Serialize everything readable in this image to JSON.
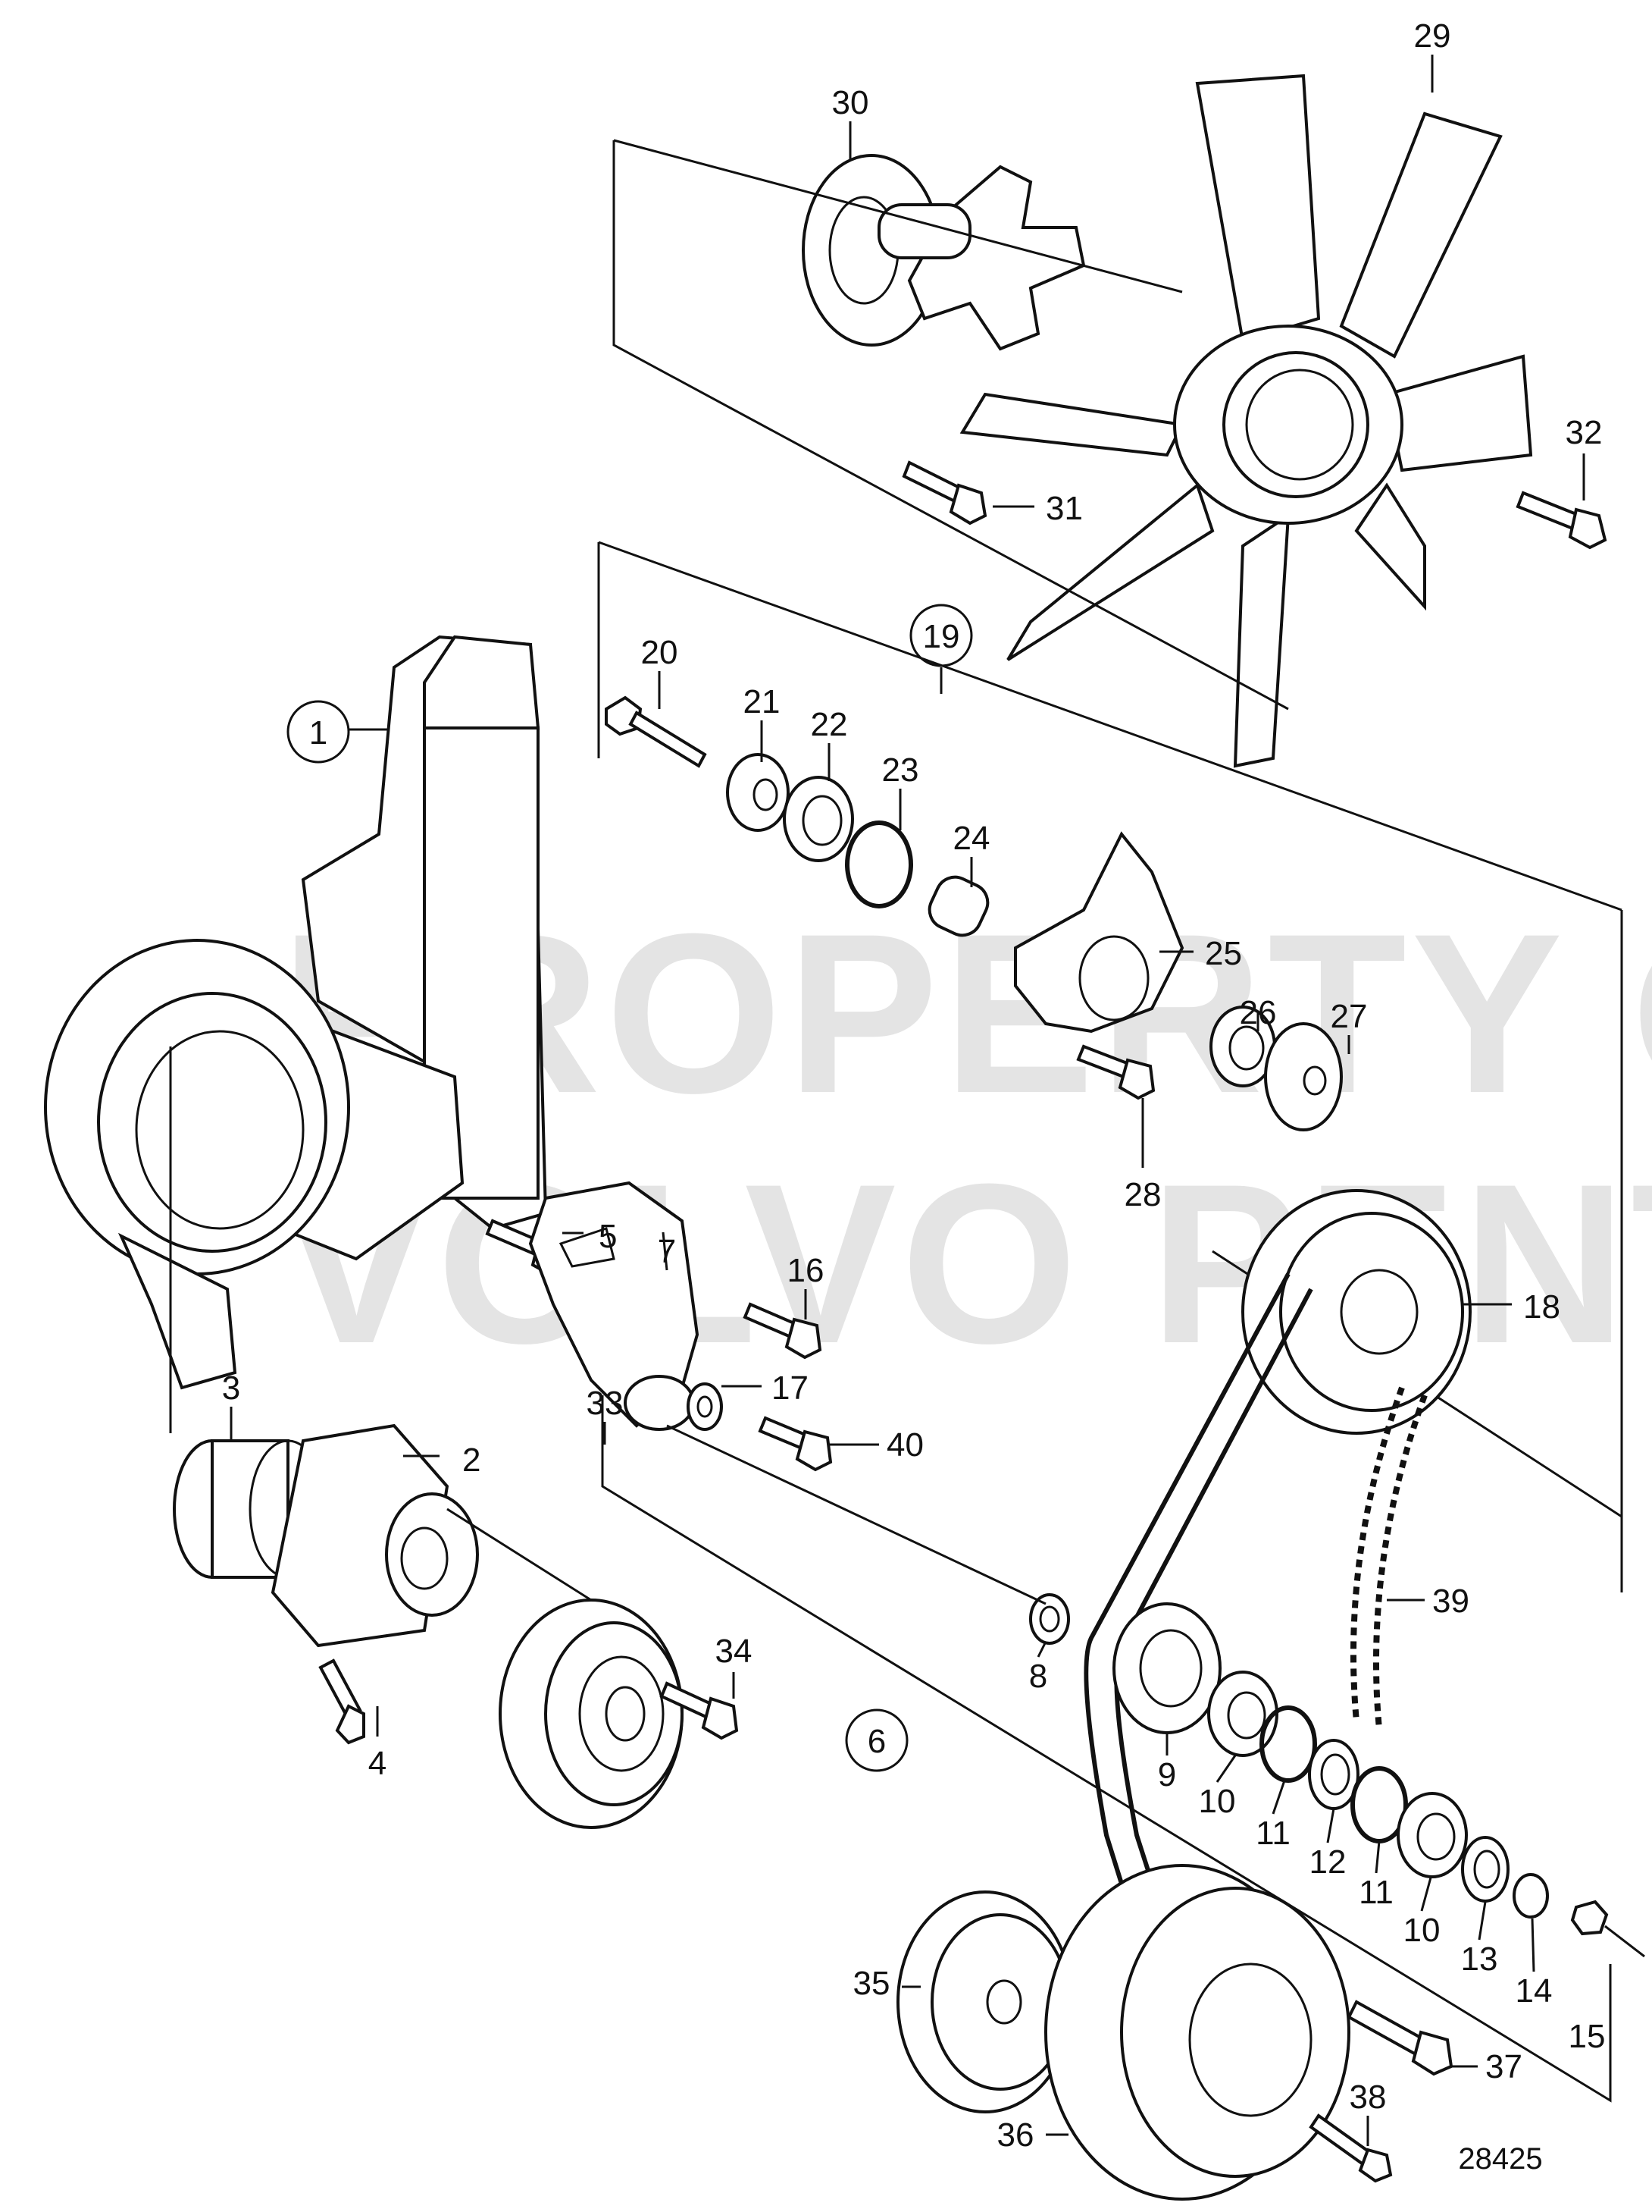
{
  "watermark": {
    "line1": "PROPERTY OF",
    "line2": "VOLVO PENTA"
  },
  "figure_number": "28425",
  "callouts": [
    {
      "id": "c1",
      "text": "1",
      "circled": true
    },
    {
      "id": "c2",
      "text": "2"
    },
    {
      "id": "c3",
      "text": "3"
    },
    {
      "id": "c4",
      "text": "4"
    },
    {
      "id": "c5",
      "text": "5"
    },
    {
      "id": "c6",
      "text": "6",
      "circled": true
    },
    {
      "id": "c7",
      "text": "7"
    },
    {
      "id": "c8",
      "text": "8"
    },
    {
      "id": "c9",
      "text": "9"
    },
    {
      "id": "c10a",
      "text": "10"
    },
    {
      "id": "c10b",
      "text": "10"
    },
    {
      "id": "c11a",
      "text": "11"
    },
    {
      "id": "c11b",
      "text": "11"
    },
    {
      "id": "c12",
      "text": "12"
    },
    {
      "id": "c13",
      "text": "13"
    },
    {
      "id": "c14",
      "text": "14"
    },
    {
      "id": "c15",
      "text": "15"
    },
    {
      "id": "c16",
      "text": "16"
    },
    {
      "id": "c17",
      "text": "17"
    },
    {
      "id": "c18",
      "text": "18"
    },
    {
      "id": "c19",
      "text": "19",
      "circled": true
    },
    {
      "id": "c20",
      "text": "20"
    },
    {
      "id": "c21",
      "text": "21"
    },
    {
      "id": "c22",
      "text": "22"
    },
    {
      "id": "c23",
      "text": "23"
    },
    {
      "id": "c24",
      "text": "24"
    },
    {
      "id": "c25",
      "text": "25"
    },
    {
      "id": "c26",
      "text": "26"
    },
    {
      "id": "c27",
      "text": "27"
    },
    {
      "id": "c28",
      "text": "28"
    },
    {
      "id": "c29",
      "text": "29"
    },
    {
      "id": "c30",
      "text": "30"
    },
    {
      "id": "c31",
      "text": "31"
    },
    {
      "id": "c32",
      "text": "32"
    },
    {
      "id": "c33",
      "text": "33"
    },
    {
      "id": "c34",
      "text": "34"
    },
    {
      "id": "c35",
      "text": "35"
    },
    {
      "id": "c36",
      "text": "36"
    },
    {
      "id": "c37",
      "text": "37"
    },
    {
      "id": "c38",
      "text": "38"
    },
    {
      "id": "c39",
      "text": "39"
    },
    {
      "id": "c40",
      "text": "40"
    }
  ]
}
